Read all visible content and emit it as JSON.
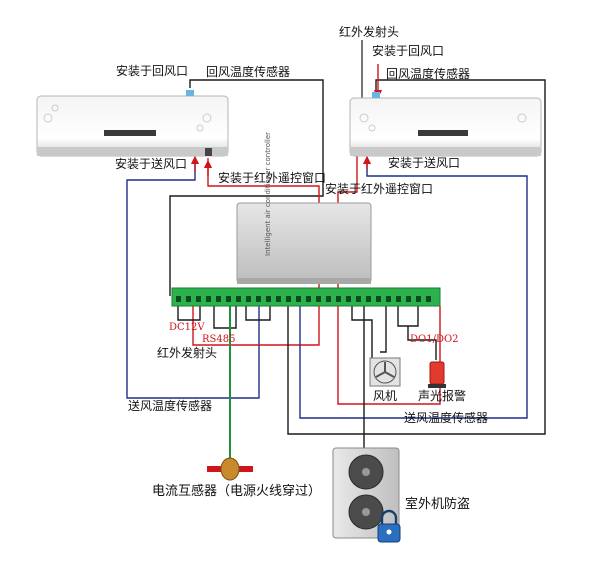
{
  "labels": {
    "ir_emitter_top": "红外发射头",
    "install_return_left": "安装于回风口",
    "return_sensor_left": "回风温度传感器",
    "install_return_right": "安装于回风口",
    "return_sensor_right": "回风温度传感器",
    "install_supply_left": "安装于送风口",
    "install_ir_window_left": "安装于红外遥控窗口",
    "install_supply_right": "安装于送风口",
    "install_ir_window_right": "安装于红外遥控窗口",
    "dc12v": "DC12V",
    "rs485": "RS485",
    "do_label": "DO1/DO2",
    "ir_emitter_mid": "红外发射头",
    "fan": "风机",
    "alarm": "声光报警",
    "supply_sensor_left": "送风温度传感器",
    "supply_sensor_right": "送风温度传感器",
    "current_transformer": "电流互感器（电源火线穿过）",
    "outdoor_antitheft": "室外机防盗",
    "controller_text": "Intelligent air conditioner controller"
  },
  "colors": {
    "wire_red": "#d0151b",
    "wire_blue": "#1f2f8c",
    "wire_black": "#1a1a1a",
    "wire_green": "#1f8f3a",
    "terminal_green": "#2bb24c"
  }
}
